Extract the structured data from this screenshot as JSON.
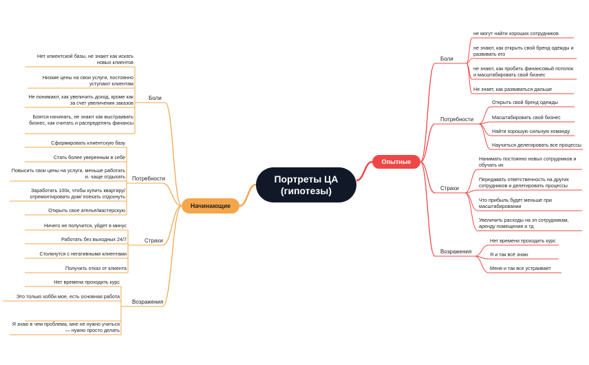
{
  "root": {
    "title": "Портреты ЦА\n(гипотезы)"
  },
  "colors": {
    "left": "#f5a54a",
    "right": "#ef4747",
    "root": "#111827"
  },
  "left": {
    "label": "Начинающие",
    "categories": [
      {
        "label": "Боли",
        "items": [
          "Нет клиентской базы, не знают как искать новых клиентов",
          "Низкие цены на свои услуги, постоянно уступают клиентам",
          "Не понимают, как увеличить доход, кроме как за счет увеличения заказов",
          "Боятся начинать, не знают как выстраивать бизнес, как считать и распределять финансы"
        ]
      },
      {
        "label": "Потребности",
        "items": [
          "Сформировать клиентскую базу",
          "Стать более уверенным в себе",
          "Повысить свои цены на услуги, меньше работать и. чаще отдыхать",
          "Заработать 100к, чтобы купить квартиру/отремонтировать дом/ поехать отдохнуть",
          "Открыть свое ателье/мастерскую"
        ]
      },
      {
        "label": "Страхи",
        "items": [
          "Ничего не получится, уйдет в минус",
          "Работать без выходных 24/7",
          "Столкнутся с негативными клиентами",
          "Получить отказ от клиента"
        ]
      },
      {
        "label": "Возражения",
        "items": [
          "Нет времени проходить курс",
          "Это только хобби мое, есть основная работа",
          "",
          "Я знаю в чем проблема, мне не нужно учиться — нужно просто делать"
        ]
      }
    ]
  },
  "right": {
    "label": "Опытные",
    "categories": [
      {
        "label": "Боли",
        "items": [
          "не могут найти хороших сотрудников",
          "не знают, как открыть свой бренд одежды и развивать его",
          "не знают, как пробить финансовый потолок и масштабировать свой бизнес",
          "Не знает, как развиваться дальше"
        ]
      },
      {
        "label": "Потребности",
        "items": [
          "Открыть свой бренд одежды",
          "Масштабировать свой бизнес",
          "Найти хорошую сильную команду",
          "Научиться делегировать все процессы"
        ]
      },
      {
        "label": "Страхи",
        "items": [
          "Нанимать постоянно новых сотрудников и обучать их",
          "Передавать ответственность на других сотрудников и делегировать процессы",
          "Что прибыль будет меньше при масштабировании",
          "Увеличить расходы на зп сотрудникам, аренду помещения и тд"
        ]
      },
      {
        "label": "Возражения",
        "items": [
          "Нет времени проходить курс",
          "Я и так всё знаю",
          "Меня и так все устраивает"
        ]
      }
    ]
  }
}
